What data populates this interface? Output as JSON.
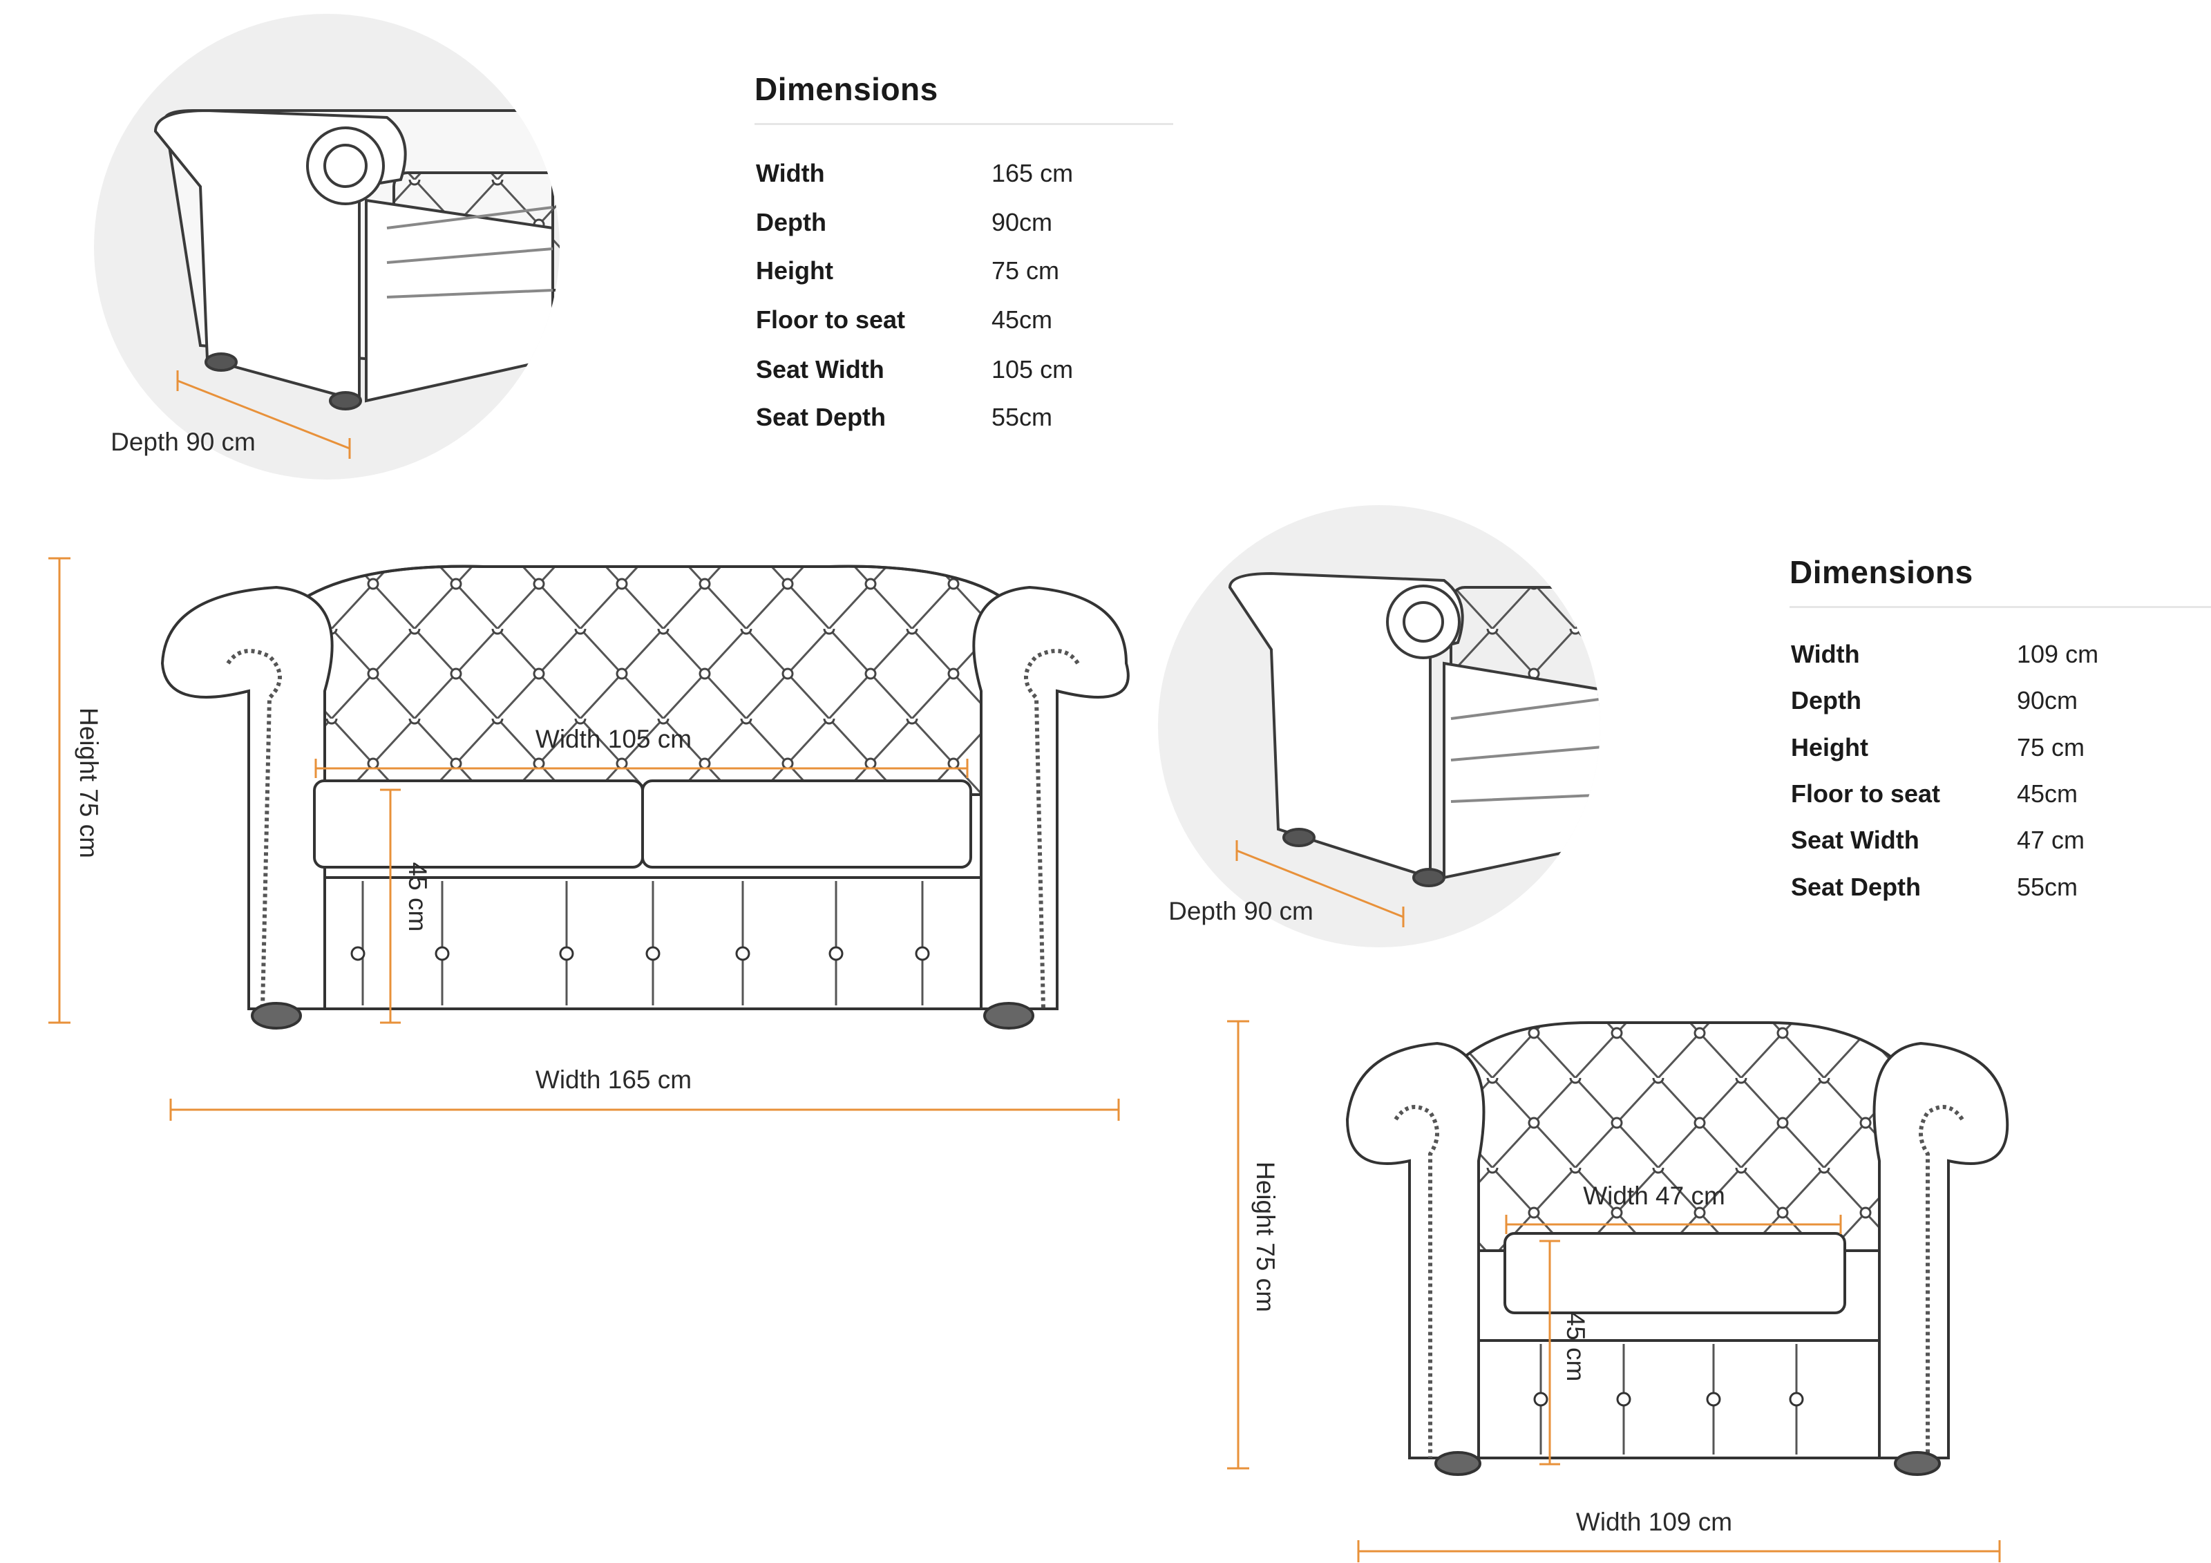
{
  "colors": {
    "dimension_line": "#e8913a",
    "circle_bg": "#efefef",
    "sketch": "#333333"
  },
  "sofa": {
    "side_label": "Depth 90 cm",
    "height_label": "Height 75 cm",
    "overall_width_label": "Width 165 cm",
    "seat_width_label": "Width 105 cm",
    "seat_height_label": "45 cm",
    "table": {
      "title": "Dimensions",
      "rows": [
        {
          "label": "Width",
          "value": "165 cm"
        },
        {
          "label": "Depth",
          "value": "90cm"
        },
        {
          "label": "Height",
          "value": "75 cm"
        },
        {
          "label": "Floor to seat",
          "value": "45cm"
        },
        {
          "label": "Seat Width",
          "value": "105 cm"
        },
        {
          "label": "Seat Depth",
          "value": "55cm"
        }
      ]
    }
  },
  "armchair": {
    "side_label": "Depth 90 cm",
    "height_label": "Height 75 cm",
    "overall_width_label": "Width 109 cm",
    "seat_width_label": "Width 47 cm",
    "seat_height_label": "45 cm",
    "table": {
      "title": "Dimensions",
      "rows": [
        {
          "label": "Width",
          "value": "109 cm"
        },
        {
          "label": "Depth",
          "value": "90cm"
        },
        {
          "label": "Height",
          "value": "75 cm"
        },
        {
          "label": "Floor to seat",
          "value": "45cm"
        },
        {
          "label": "Seat Width",
          "value": "47 cm"
        },
        {
          "label": "Seat Depth",
          "value": "55cm"
        }
      ]
    }
  }
}
